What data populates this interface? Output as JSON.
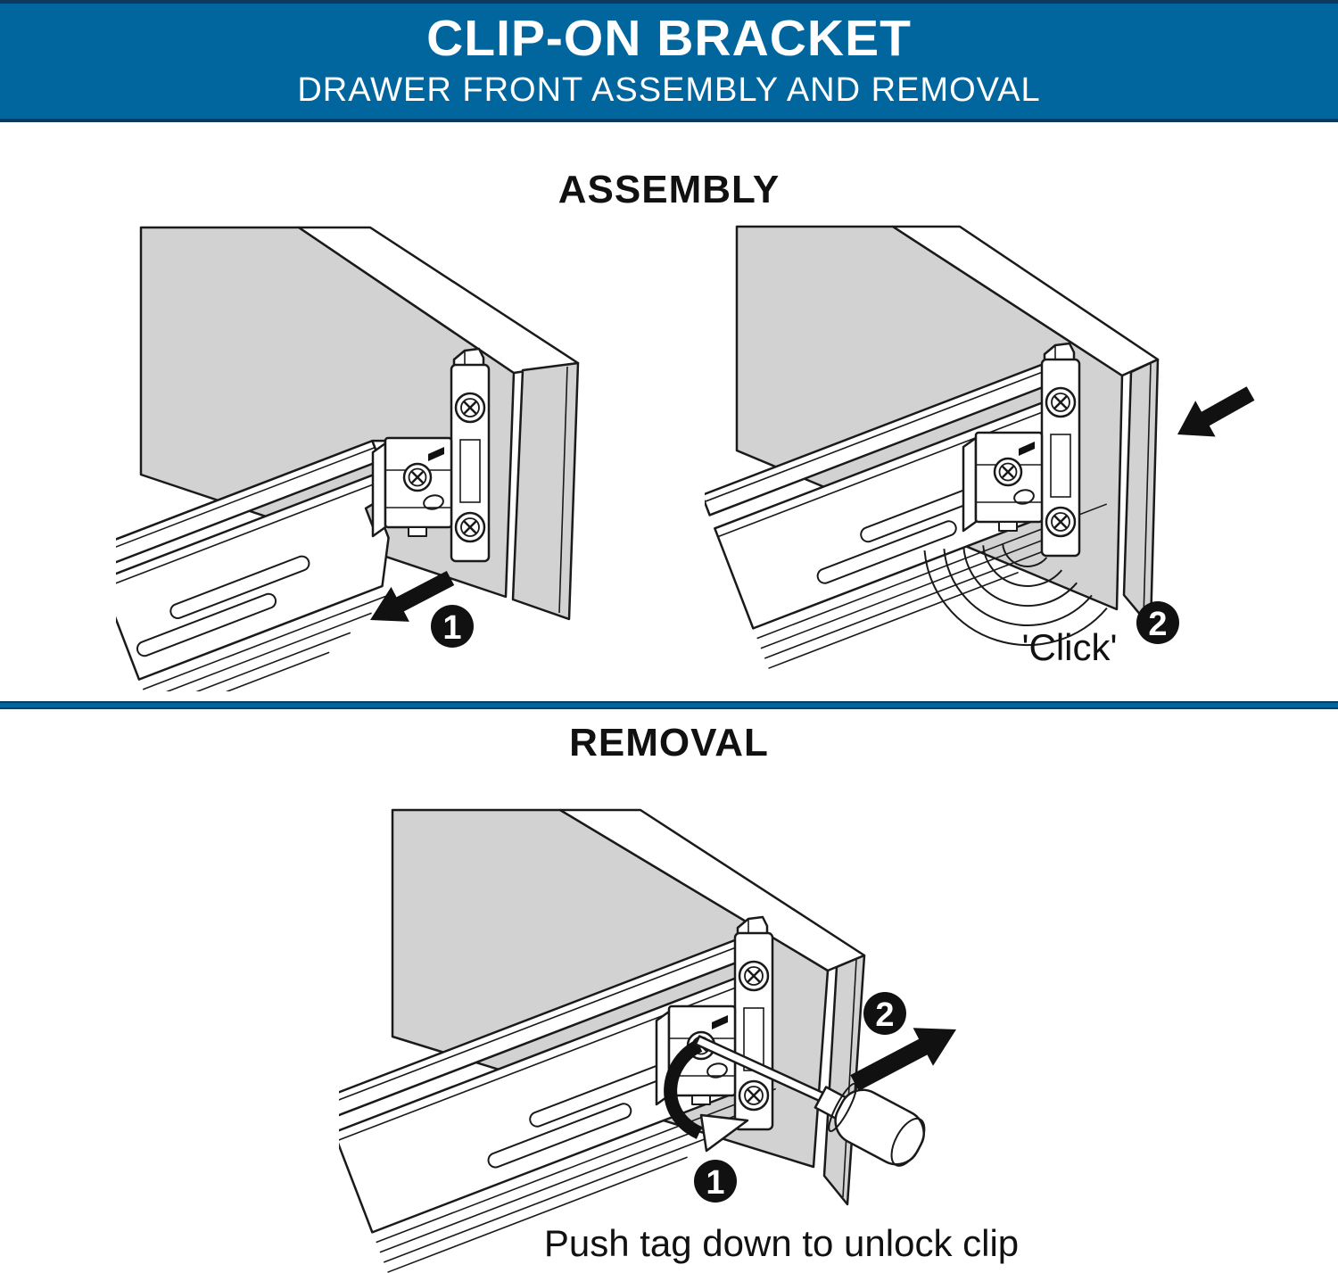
{
  "header": {
    "title": "CLIP-ON BRACKET",
    "subtitle": "DRAWER FRONT ASSEMBLY AND REMOVAL"
  },
  "sections": {
    "assembly_label": "ASSEMBLY",
    "removal_label": "REMOVAL"
  },
  "assembly": {
    "step1_badge": "1",
    "step2_badge": "2",
    "click_label": "'Click'"
  },
  "removal": {
    "step1_badge": "1",
    "step2_badge": "2",
    "caption": "Push tag down to unlock clip"
  },
  "colors": {
    "banner_blue": "#02669E",
    "banner_edge_dark": "#0D3A5C",
    "panel_gray": "#D2D2D2",
    "line_black": "#1A1A1A",
    "badge_black": "#111111"
  },
  "icons": {
    "assembly_step1_arrow": "direction-arrow-down-left",
    "assembly_step2_arrow": "direction-arrow-down-left",
    "removal_step2_arrow": "direction-arrow-up-right",
    "removal_rotate_arrow": "rotate-arrow",
    "sound_waves": "click-sound-waves"
  }
}
